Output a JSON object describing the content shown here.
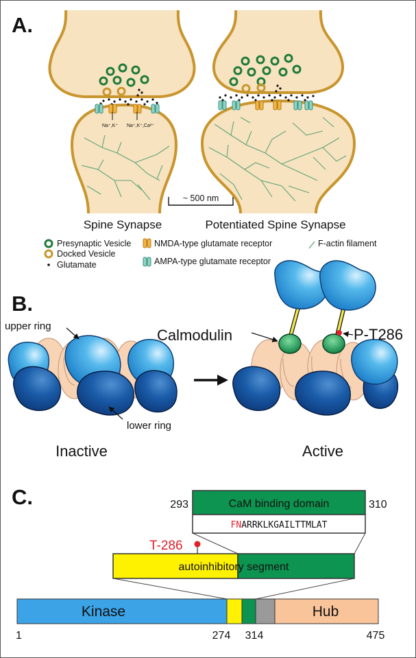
{
  "panelA": {
    "letter": "A.",
    "left_caption": "Spine Synapse",
    "right_caption": "Potentiated Spine Synapse",
    "scale_bar": "~ 500 nm",
    "ion_label_1": "Na⁺,K⁺",
    "ion_label_2": "Na⁺,K⁺,Ca²⁺",
    "legend": {
      "presynaptic": "Presynaptic Vesicle",
      "docked": "Docked Vesicle",
      "glutamate": "Glutamate",
      "nmda": "NMDA-type glutamate receptor",
      "ampa": "AMPA-type glutamate receptor",
      "factin": "F-actin filament"
    }
  },
  "panelB": {
    "letter": "B.",
    "upper_ring": "upper ring",
    "lower_ring": "lower ring",
    "calmodulin": "Calmodulin",
    "pt286": "P-T286",
    "inactive": "Inactive",
    "active": "Active"
  },
  "panelC": {
    "letter": "C.",
    "cam_domain": "CaM binding domain",
    "num_293": "293",
    "num_310": "310",
    "seq_red": "FN",
    "seq_black": "ARRKLKGAILTTMLAT",
    "t286": "T-286",
    "autoinhibitory": "autoinhibitory segment",
    "kinase": "Kinase",
    "hub": "Hub",
    "num_1": "1",
    "num_274": "274",
    "num_314": "314",
    "num_475": "475"
  },
  "colors": {
    "spine_fill": "#f7e3bf",
    "spine_stroke": "#c8952e",
    "vesicle_green": "#1e7a3a",
    "actin": "#5fa379",
    "kinase_blue": "#3ba3e6",
    "autoinhibitory_yellow": "#fff200",
    "cam_green": "#0d9450",
    "linker_gray": "#9a9a9a",
    "hub_peach": "#f9c49a",
    "highlight_red": "#e0202a"
  }
}
